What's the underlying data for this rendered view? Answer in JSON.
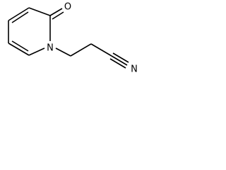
{
  "diagram": {
    "atoms": {
      "oxygen": {
        "symbol": "O"
      },
      "ring_nitrogen": {
        "symbol": "N"
      },
      "nitrile_nitrogen": {
        "symbol": "N"
      }
    },
    "colors": {
      "bond": "#000000",
      "label": "#000000",
      "background": "#ffffff"
    }
  }
}
